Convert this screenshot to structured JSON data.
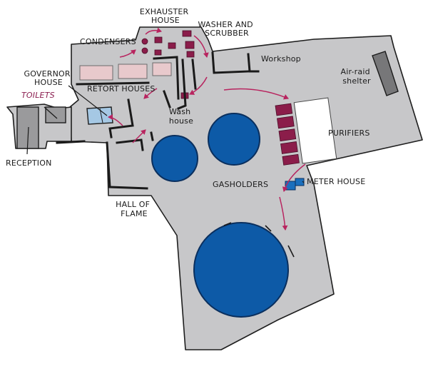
{
  "labels": {
    "exhauster_house": [
      "EXHAUSTER",
      "HOUSE"
    ],
    "washer_scrubber": [
      "WASHER AND",
      "SCRUBBER"
    ],
    "condensers": "CONDENSERS",
    "governor_house": [
      "GOVERNOR",
      "HOUSE"
    ],
    "toilets": "TOILETS",
    "retort_houses": "RETORT HOUSES",
    "workshop": "Workshop",
    "air_raid_shelter": [
      "Air-raid",
      "shelter"
    ],
    "wash_house": [
      "Wash",
      "house"
    ],
    "purifiers": "PURIFIERS",
    "reception": "RECEPTION",
    "gasholders": "GASHOLDERS",
    "meter_house": "METER HOUSE",
    "hall_of_flame": [
      "HALL OF",
      "FLAME"
    ]
  },
  "colors": {
    "site_fill": "#c7c7c9",
    "gasholder_blue": "#0d5aa7",
    "equipment_maroon": "#8b1d4a",
    "flow_arrow": "#b8245f",
    "toilet_blue": "#a5c8e4",
    "retort_pink": "#e8c9cc"
  },
  "icons": {
    "flow": "curved-arrow-icon"
  }
}
